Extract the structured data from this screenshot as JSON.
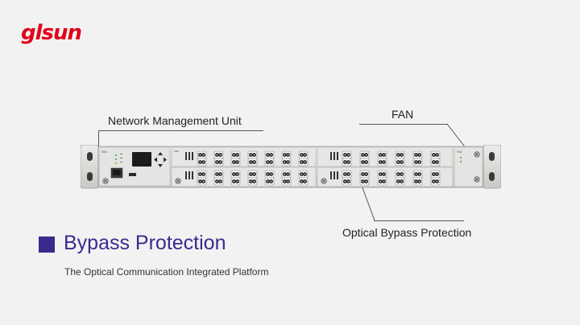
{
  "brand": {
    "logo_text": "glsun",
    "accent_color": "#e2001a"
  },
  "callouts": {
    "network_management_unit": "Network Management Unit",
    "fan": "FAN",
    "optical_bypass_protection": "Optical Bypass Protection"
  },
  "section": {
    "title": "Bypass Protection",
    "subtitle": "The Optical Communication Integrated Platform",
    "title_color": "#3b2a8c"
  },
  "device": {
    "nmu_label": "NMU",
    "fan_label": "FAN",
    "module_label": "OBP"
  }
}
